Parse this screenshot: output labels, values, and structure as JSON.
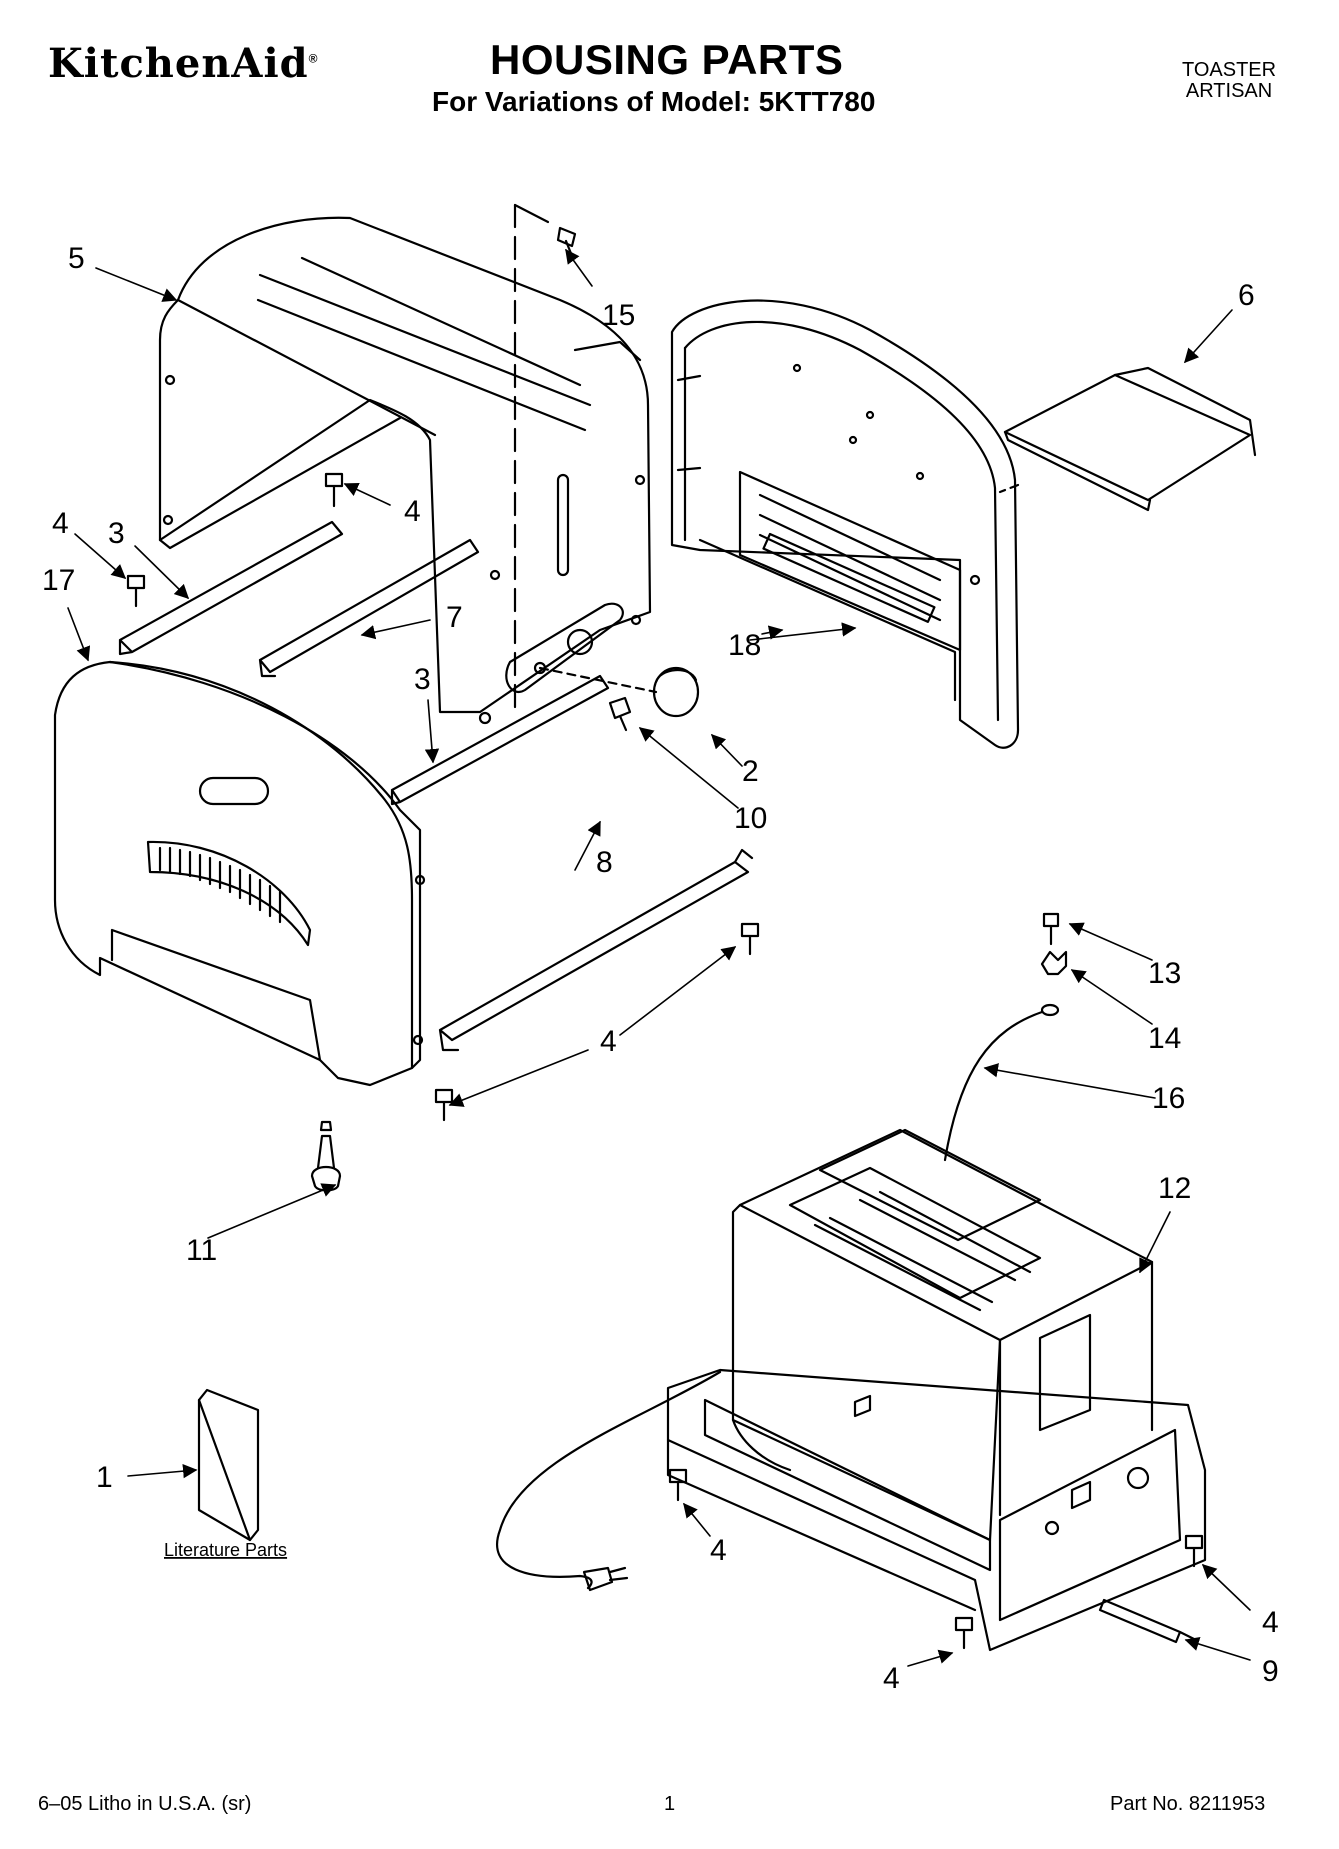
{
  "header": {
    "brand": "KitchenAid",
    "brand_mark": "®",
    "title": "HOUSING PARTS",
    "subtitle": "For Variations of Model: 5KTT780",
    "product_line1": "TOASTER",
    "product_line2": "ARTISAN"
  },
  "callouts": {
    "c1": "1",
    "c2": "2",
    "c3a": "3",
    "c3b": "3",
    "c4a": "4",
    "c4b": "4",
    "c4c": "4",
    "c4d": "4",
    "c4e": "4",
    "c4f": "4",
    "c5": "5",
    "c6": "6",
    "c7": "7",
    "c8": "8",
    "c9": "9",
    "c10": "10",
    "c11": "11",
    "c12": "12",
    "c13": "13",
    "c14": "14",
    "c15": "15",
    "c16": "16",
    "c17": "17",
    "c18": "18"
  },
  "literature_label": "Literature Parts",
  "footer": {
    "left": "6–05 Litho in U.S.A. (sr)",
    "page": "1",
    "part_no": "Part No. 8211953"
  }
}
